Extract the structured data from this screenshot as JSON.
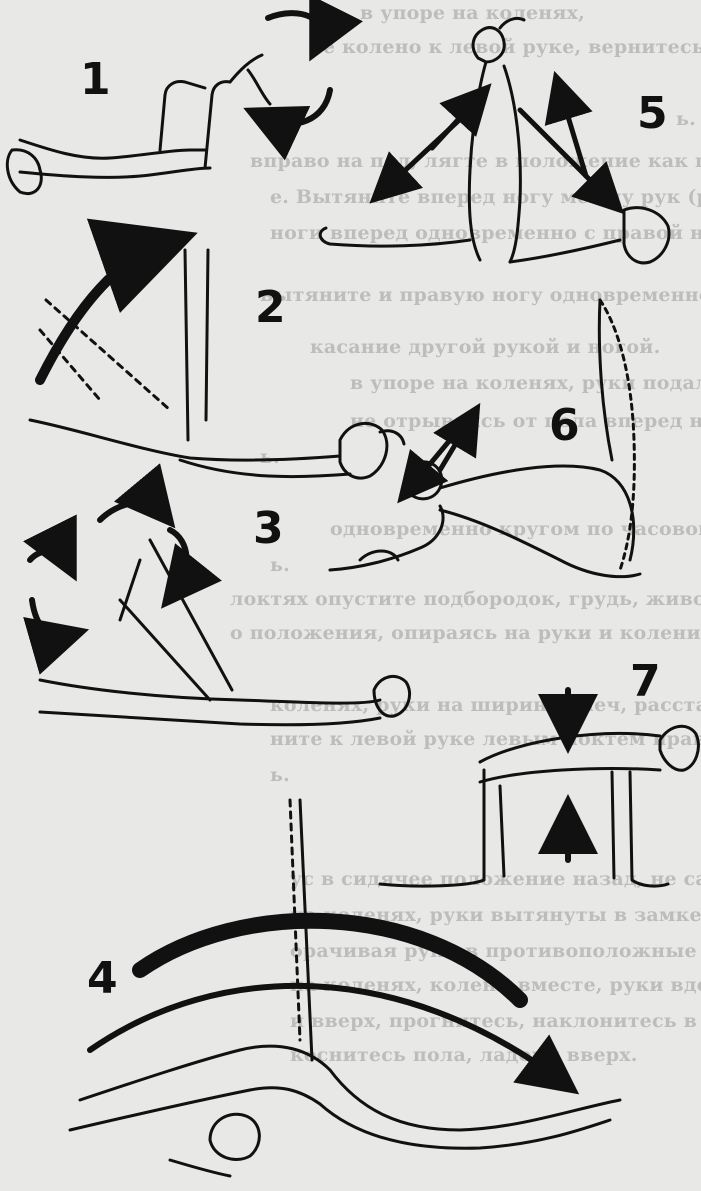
{
  "background_text": [
    "в упоре на коленях,",
    "ое колено к левой руке, вернитесь в и. п. То же",
    "ь.",
    "вправо на пол, лягте в положение как при перекрестном",
    "е. Вытяните вперед ногу между рук (руки на полу)",
    "ноги вперед одновременно с правой ногой.",
    "вытяните и правую ногу одновременно вверх прогнитесь",
    "касание другой рукой и ногой.",
    "в упоре на коленях, руки подальше от колен.",
    "не отрываясь от пола вперед на вытянутых",
    "ь.",
    "одновременно кругом по часовой стрелке и за",
    "ь.",
    "локтях опустите подбородок, грудь, живот на пол.",
    "о положения, опираясь на руки и колени, вернитесь",
    "коленях, руки на ширине плеч, расставлены",
    "ните к левой руке левым локтем правое колено. Возвр",
    "ь.",
    "ус в сидячее положение назад, не садясь на пя",
    "на коленях, руки вытянуты в замке, колени вмес",
    "орачивая руки в противоположные стороны.",
    "на коленях, колени вместе, руки вдоль туловища",
    "и вверх, прогнитесь, наклонитесь в бок, опус",
    "коснитесь пола, ладони вверх."
  ],
  "figures": [
    {
      "number": "1",
      "description": "seated-leg-raise-figure"
    },
    {
      "number": "2",
      "description": "lying-leg-lift-figure"
    },
    {
      "number": "3",
      "description": "lying-leg-circle-figure"
    },
    {
      "number": "4",
      "description": "back-bridge-figure"
    },
    {
      "number": "5",
      "description": "kneeling-arms-up-figure"
    },
    {
      "number": "6",
      "description": "cobra-stretch-figure"
    },
    {
      "number": "7",
      "description": "table-position-figure"
    }
  ],
  "colors": {
    "ink": "#111111",
    "paper": "#e8e8e6",
    "bleed_text": "#9a9a9a"
  }
}
